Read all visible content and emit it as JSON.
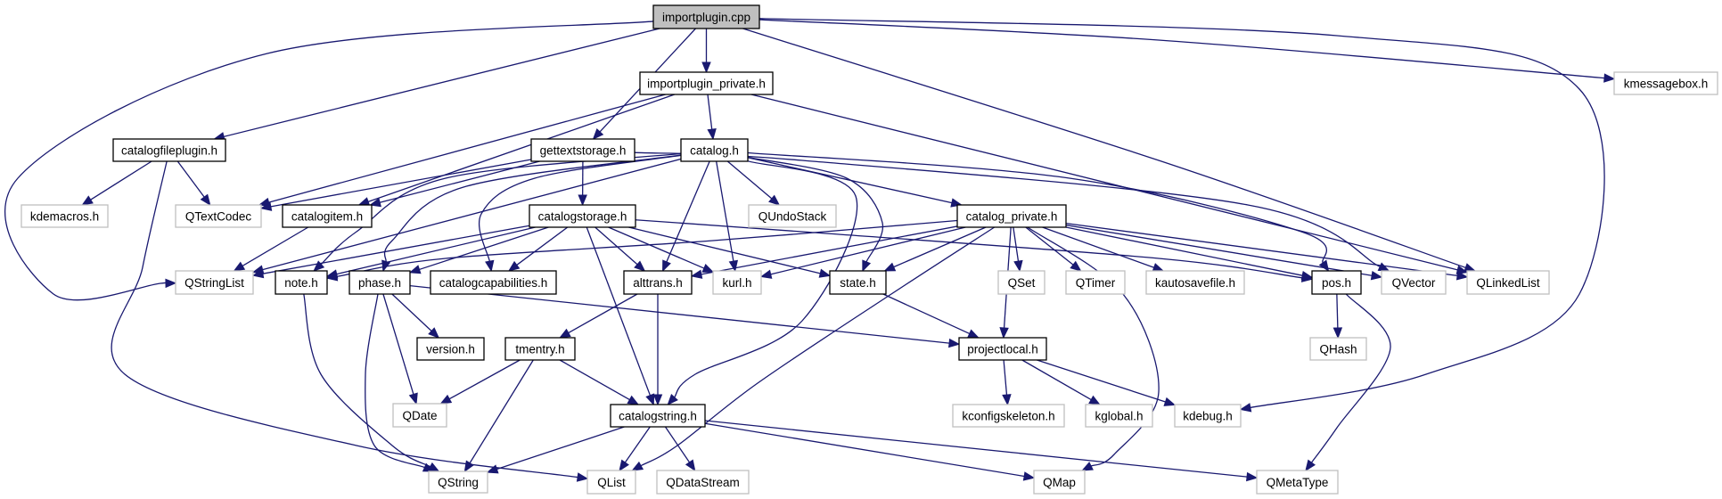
{
  "title": "importplugin.cpp include dependency graph",
  "colors": {
    "edge": "#191970",
    "root_fill": "#bfbfbf",
    "documented_border": "#000000",
    "external_border": "#bfbfbf"
  },
  "nodes": [
    {
      "id": "importplugin_cpp",
      "label": "importplugin.cpp",
      "kind": "root"
    },
    {
      "id": "importplugin_private_h",
      "label": "importplugin_private.h",
      "kind": "documented"
    },
    {
      "id": "kmessagebox_h",
      "label": "kmessagebox.h",
      "kind": "external"
    },
    {
      "id": "catalogfileplugin_h",
      "label": "catalogfileplugin.h",
      "kind": "documented"
    },
    {
      "id": "gettextstorage_h",
      "label": "gettextstorage.h",
      "kind": "documented"
    },
    {
      "id": "catalog_h",
      "label": "catalog.h",
      "kind": "documented"
    },
    {
      "id": "kdemacros_h",
      "label": "kdemacros.h",
      "kind": "external"
    },
    {
      "id": "QTextCodec",
      "label": "QTextCodec",
      "kind": "external"
    },
    {
      "id": "catalogitem_h",
      "label": "catalogitem.h",
      "kind": "documented"
    },
    {
      "id": "catalogstorage_h",
      "label": "catalogstorage.h",
      "kind": "documented"
    },
    {
      "id": "QUndoStack",
      "label": "QUndoStack",
      "kind": "external"
    },
    {
      "id": "catalog_private_h",
      "label": "catalog_private.h",
      "kind": "documented"
    },
    {
      "id": "QStringList",
      "label": "QStringList",
      "kind": "external"
    },
    {
      "id": "note_h",
      "label": "note.h",
      "kind": "documented"
    },
    {
      "id": "phase_h",
      "label": "phase.h",
      "kind": "documented"
    },
    {
      "id": "catalogcapabilities_h",
      "label": "catalogcapabilities.h",
      "kind": "documented"
    },
    {
      "id": "alttrans_h",
      "label": "alttrans.h",
      "kind": "documented"
    },
    {
      "id": "kurl_h",
      "label": "kurl.h",
      "kind": "external"
    },
    {
      "id": "state_h",
      "label": "state.h",
      "kind": "documented"
    },
    {
      "id": "QSet",
      "label": "QSet",
      "kind": "external"
    },
    {
      "id": "QTimer",
      "label": "QTimer",
      "kind": "external"
    },
    {
      "id": "kautosavefile_h",
      "label": "kautosavefile.h",
      "kind": "external"
    },
    {
      "id": "pos_h",
      "label": "pos.h",
      "kind": "documented"
    },
    {
      "id": "QVector",
      "label": "QVector",
      "kind": "external"
    },
    {
      "id": "QLinkedList",
      "label": "QLinkedList",
      "kind": "external"
    },
    {
      "id": "version_h",
      "label": "version.h",
      "kind": "documented"
    },
    {
      "id": "tmentry_h",
      "label": "tmentry.h",
      "kind": "documented"
    },
    {
      "id": "projectlocal_h",
      "label": "projectlocal.h",
      "kind": "documented"
    },
    {
      "id": "QHash",
      "label": "QHash",
      "kind": "external"
    },
    {
      "id": "QDate",
      "label": "QDate",
      "kind": "external"
    },
    {
      "id": "catalogstring_h",
      "label": "catalogstring.h",
      "kind": "documented"
    },
    {
      "id": "kconfigskeleton_h",
      "label": "kconfigskeleton.h",
      "kind": "external"
    },
    {
      "id": "kglobal_h",
      "label": "kglobal.h",
      "kind": "external"
    },
    {
      "id": "kdebug_h",
      "label": "kdebug.h",
      "kind": "external"
    },
    {
      "id": "QString",
      "label": "QString",
      "kind": "external"
    },
    {
      "id": "QList",
      "label": "QList",
      "kind": "external"
    },
    {
      "id": "QDataStream",
      "label": "QDataStream",
      "kind": "external"
    },
    {
      "id": "QMap",
      "label": "QMap",
      "kind": "external"
    },
    {
      "id": "QMetaType",
      "label": "QMetaType",
      "kind": "external"
    }
  ],
  "edges": [
    [
      "importplugin_cpp",
      "importplugin_private_h"
    ],
    [
      "importplugin_cpp",
      "kmessagebox_h"
    ],
    [
      "importplugin_cpp",
      "catalogfileplugin_h"
    ],
    [
      "importplugin_cpp",
      "gettextstorage_h"
    ],
    [
      "importplugin_cpp",
      "QStringList"
    ],
    [
      "importplugin_cpp",
      "QLinkedList"
    ],
    [
      "importplugin_cpp",
      "kdebug_h"
    ],
    [
      "importplugin_private_h",
      "catalog_h"
    ],
    [
      "importplugin_private_h",
      "QTextCodec"
    ],
    [
      "importplugin_private_h",
      "catalogitem_h"
    ],
    [
      "importplugin_private_h",
      "QLinkedList"
    ],
    [
      "catalogfileplugin_h",
      "kdemacros_h"
    ],
    [
      "catalogfileplugin_h",
      "QTextCodec"
    ],
    [
      "catalogfileplugin_h",
      "QList"
    ],
    [
      "gettextstorage_h",
      "catalogstorage_h"
    ],
    [
      "gettextstorage_h",
      "QTextCodec"
    ],
    [
      "gettextstorage_h",
      "catalogitem_h"
    ],
    [
      "gettextstorage_h",
      "QVector"
    ],
    [
      "catalog_h",
      "catalog_private_h"
    ],
    [
      "catalog_h",
      "QUndoStack"
    ],
    [
      "catalog_h",
      "alttrans_h"
    ],
    [
      "catalog_h",
      "kurl_h"
    ],
    [
      "catalog_h",
      "state_h"
    ],
    [
      "catalog_h",
      "catalogstring_h"
    ],
    [
      "catalog_h",
      "pos_h"
    ],
    [
      "catalog_h",
      "note_h"
    ],
    [
      "catalog_h",
      "phase_h"
    ],
    [
      "catalog_h",
      "catalogcapabilities_h"
    ],
    [
      "catalog_h",
      "QStringList"
    ],
    [
      "catalogitem_h",
      "QStringList"
    ],
    [
      "catalogstorage_h",
      "QStringList"
    ],
    [
      "catalogstorage_h",
      "note_h"
    ],
    [
      "catalogstorage_h",
      "phase_h"
    ],
    [
      "catalogstorage_h",
      "catalogcapabilities_h"
    ],
    [
      "catalogstorage_h",
      "alttrans_h"
    ],
    [
      "catalogstorage_h",
      "kurl_h"
    ],
    [
      "catalogstorage_h",
      "state_h"
    ],
    [
      "catalogstorage_h",
      "catalogstring_h"
    ],
    [
      "catalogstorage_h",
      "pos_h"
    ],
    [
      "catalog_private_h",
      "QSet"
    ],
    [
      "catalog_private_h",
      "QTimer"
    ],
    [
      "catalog_private_h",
      "kautosavefile_h"
    ],
    [
      "catalog_private_h",
      "pos_h"
    ],
    [
      "catalog_private_h",
      "QVector"
    ],
    [
      "catalog_private_h",
      "QLinkedList"
    ],
    [
      "catalog_private_h",
      "state_h"
    ],
    [
      "catalog_private_h",
      "alttrans_h"
    ],
    [
      "catalog_private_h",
      "kurl_h"
    ],
    [
      "catalog_private_h",
      "note_h"
    ],
    [
      "catalog_private_h",
      "projectlocal_h"
    ],
    [
      "catalog_private_h",
      "QList"
    ],
    [
      "catalog_private_h",
      "QMap"
    ],
    [
      "note_h",
      "QString"
    ],
    [
      "phase_h",
      "version_h"
    ],
    [
      "phase_h",
      "QDate"
    ],
    [
      "phase_h",
      "QString"
    ],
    [
      "phase_h",
      "projectlocal_h"
    ],
    [
      "alttrans_h",
      "tmentry_h"
    ],
    [
      "alttrans_h",
      "catalogstring_h"
    ],
    [
      "state_h",
      "projectlocal_h"
    ],
    [
      "pos_h",
      "QHash"
    ],
    [
      "pos_h",
      "QMetaType"
    ],
    [
      "tmentry_h",
      "QDate"
    ],
    [
      "tmentry_h",
      "QString"
    ],
    [
      "tmentry_h",
      "catalogstring_h"
    ],
    [
      "projectlocal_h",
      "kconfigskeleton_h"
    ],
    [
      "projectlocal_h",
      "kglobal_h"
    ],
    [
      "projectlocal_h",
      "kdebug_h"
    ],
    [
      "catalogstring_h",
      "QString"
    ],
    [
      "catalogstring_h",
      "QList"
    ],
    [
      "catalogstring_h",
      "QDataStream"
    ],
    [
      "catalogstring_h",
      "QMap"
    ],
    [
      "catalogstring_h",
      "QMetaType"
    ]
  ]
}
